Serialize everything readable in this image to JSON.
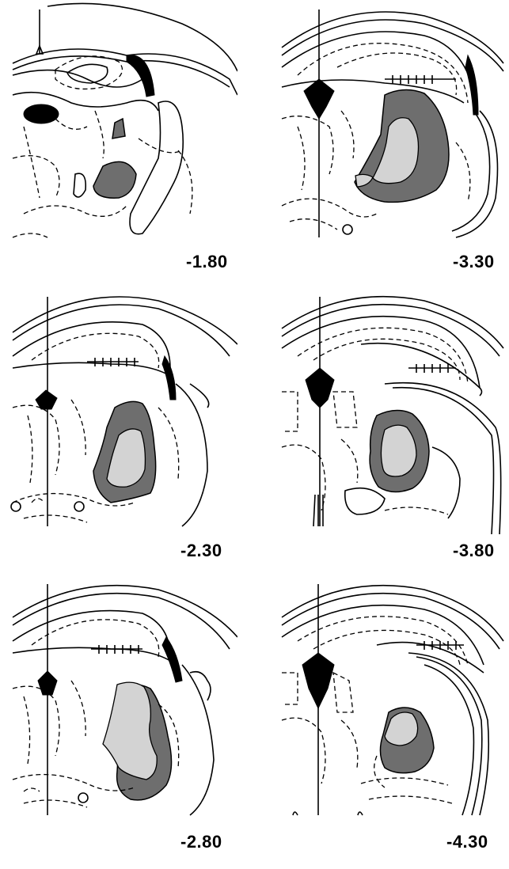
{
  "panels": [
    {
      "label": "-1.80"
    },
    {
      "label": "-3.30"
    },
    {
      "label": "-2.30"
    },
    {
      "label": "-3.80"
    },
    {
      "label": "-2.80"
    },
    {
      "label": "-4.30"
    }
  ]
}
